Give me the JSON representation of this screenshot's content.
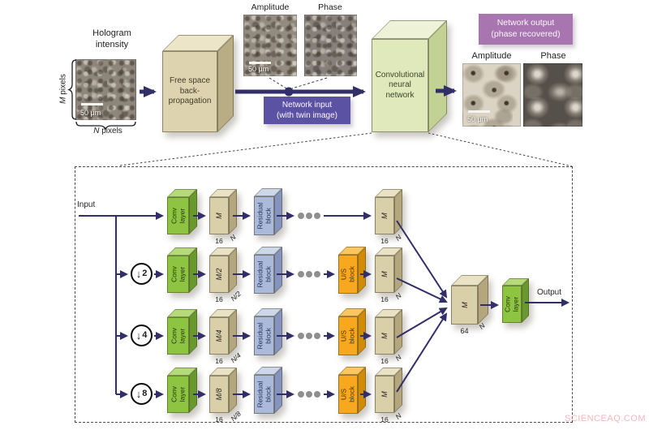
{
  "watermark": "SCIENCEAQ.COM",
  "colors": {
    "arrow_navy": "#312e68",
    "net_input_purple": "#5b52a3",
    "net_output_purple": "#a875b0",
    "conv_green": "#8dc441",
    "residual_blue": "#abbada",
    "us_orange": "#f8a81f",
    "tan": "#d9cfa9",
    "cnn_green": "#dfe9bc"
  },
  "pipeline": {
    "hologram_lines": [
      "Hologram",
      "intensity"
    ],
    "m_sym": "M",
    "m_word": "pixels",
    "n_sym": "N",
    "n_word": "pixels",
    "scale_label": "50 μm",
    "freespace_lines": [
      "Free space",
      "back-",
      "propagation"
    ],
    "amp_in_label": "Amplitude",
    "phase_in_label": "Phase",
    "net_in_lines": [
      "Network input",
      "(with twin image)"
    ],
    "cnn_lines": [
      "Convolutional",
      "neural",
      "network"
    ],
    "net_out_lines": [
      "Network output",
      "(phase recovered)"
    ],
    "amp_out_label": "Amplitude",
    "phase_out_label": "Phase"
  },
  "network": {
    "input_label": "Input",
    "output_label": "Output",
    "down_glyph": "↓",
    "rows": [
      {
        "factor": "",
        "conv1": "Conv",
        "conv2": "layer",
        "size": "M",
        "ch": "16",
        "width": "N",
        "res1": "Residual",
        "res2": "block",
        "us1": "",
        "us2": "",
        "out_size": "M",
        "out_ch": "16",
        "out_width": "N"
      },
      {
        "factor": "2",
        "conv1": "Conv",
        "conv2": "layer",
        "size": "M/2",
        "ch": "16",
        "width": "N/2",
        "res1": "Residual",
        "res2": "block",
        "us1": "U/S",
        "us2": "block",
        "out_size": "M",
        "out_ch": "16",
        "out_width": "N"
      },
      {
        "factor": "4",
        "conv1": "Conv",
        "conv2": "layer",
        "size": "M/4",
        "ch": "16",
        "width": "N/4",
        "res1": "Residual",
        "res2": "block",
        "us1": "U/S",
        "us2": "block",
        "out_size": "M",
        "out_ch": "16",
        "out_width": "N"
      },
      {
        "factor": "8",
        "conv1": "Conv",
        "conv2": "layer",
        "size": "M/8",
        "ch": "16",
        "width": "N/8",
        "res1": "Residual",
        "res2": "block",
        "us1": "U/S",
        "us2": "block",
        "out_size": "M",
        "out_ch": "16",
        "out_width": "N"
      }
    ],
    "merge": {
      "size": "M",
      "ch": "64",
      "width": "N"
    },
    "final_conv1": "Conv",
    "final_conv2": "layer"
  }
}
